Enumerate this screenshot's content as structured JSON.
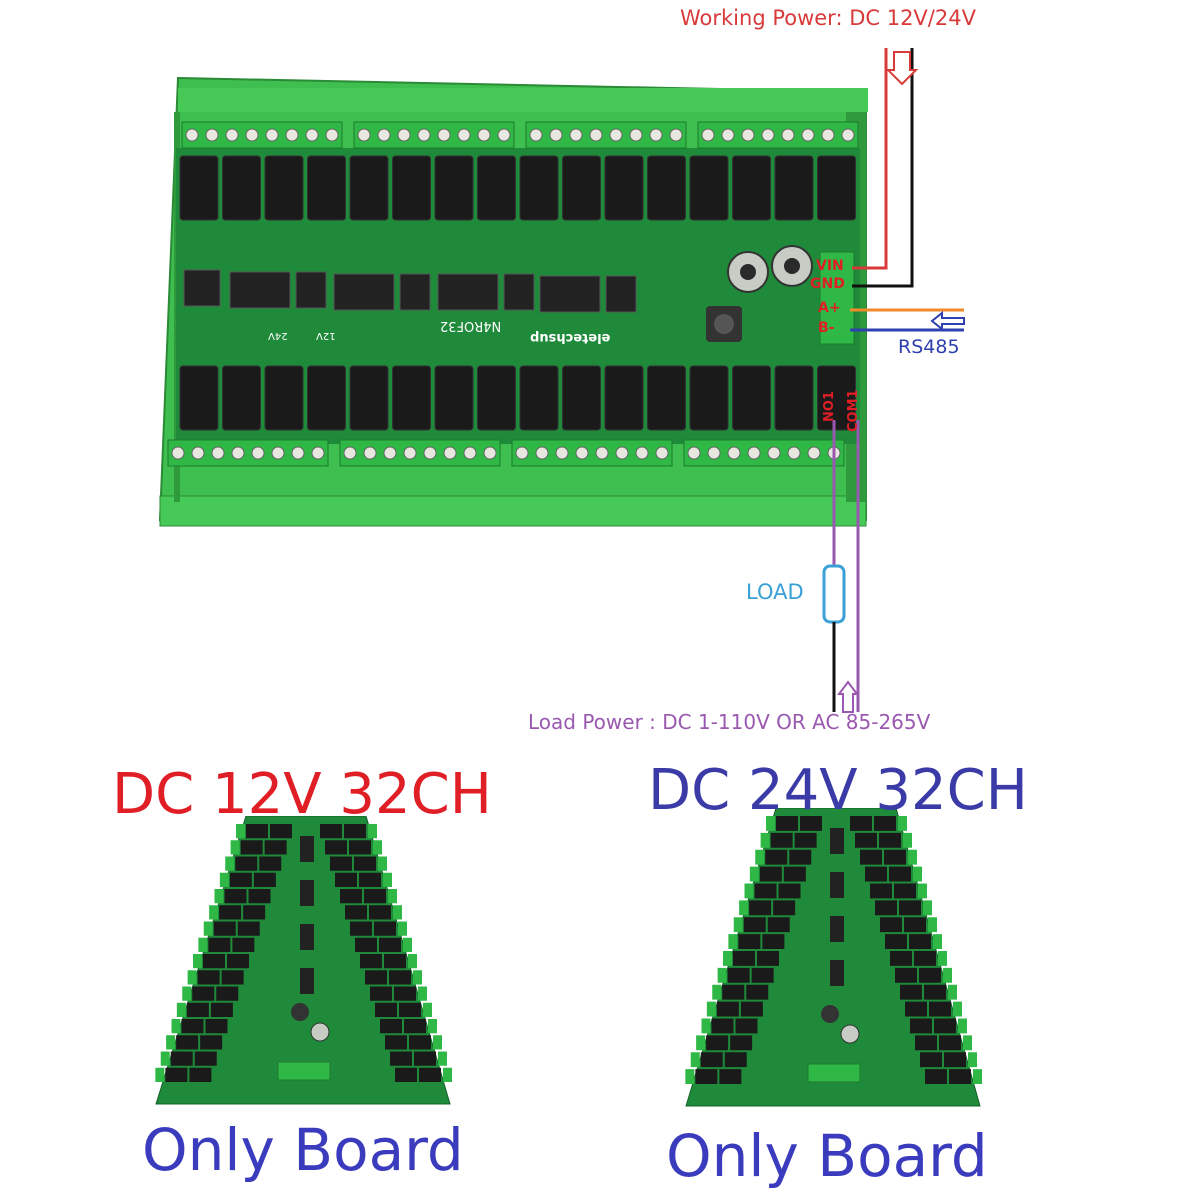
{
  "labels": {
    "working_power": "Working Power: DC 12V/24V",
    "rs485": "RS485",
    "load": "LOAD",
    "load_power": "Load Power :  DC 1-110V OR AC 85-265V",
    "title_12v": "DC 12V 32CH",
    "title_24v": "DC 24V 32CH",
    "only_board_1": "Only Board",
    "only_board_2": "Only Board"
  },
  "pins": {
    "vin": "VIN",
    "gnd": "GND",
    "a": "A+",
    "b": "B-",
    "no1": "NO1",
    "com1": "COM1"
  },
  "board_silk": {
    "model": "N4ROF32",
    "brand": "eletechsup",
    "v12": "12V",
    "v24": "24V"
  },
  "colors": {
    "board_green": "#1e8a3a",
    "rail_green": "#3fbf4f",
    "terminal_green": "#2fb845",
    "relay_black": "#1a1a1a",
    "power_red": "#d83a3a",
    "rs485_blue": "#2f40b0",
    "rs485_orange": "#f08a2a",
    "load_purple": "#9a58b0",
    "load_blue": "#3aa0d6"
  }
}
